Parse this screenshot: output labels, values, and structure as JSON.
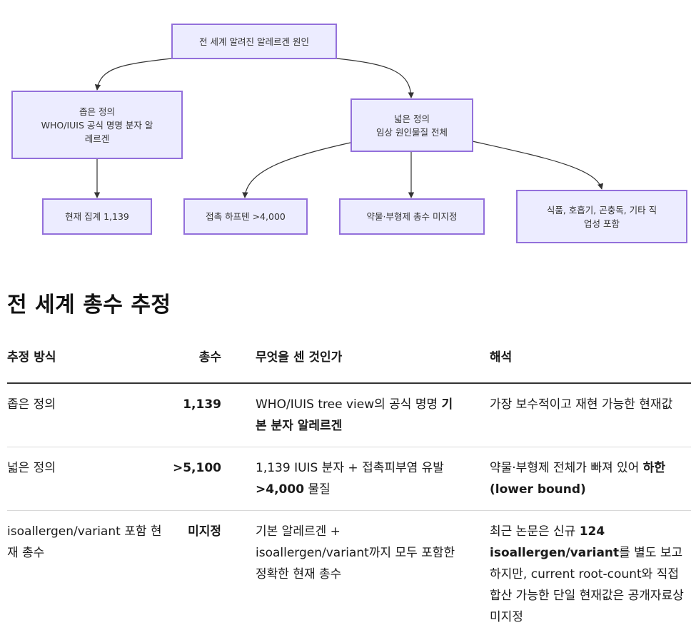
{
  "diagram": {
    "nodes": {
      "root": "전 세계 알려진 알레르겐 원인",
      "narrow": "좁은 정의\nWHO/IUIS 공식 명명 분자 알\n레르겐",
      "broad": "넓은 정의\n임상 원인물질 전체",
      "current": "현재 집계 1,139",
      "hapten": "접촉 하프텐 >4,000",
      "drug": "약물·부형제 총수 미지정",
      "food": "식품, 호흡기, 곤충독, 기타 직\n업성 포함"
    }
  },
  "section": {
    "title": "전 세계 총수 추정"
  },
  "table": {
    "headers": [
      "추정 방식",
      "총수",
      "무엇을 센 것인가",
      "해석"
    ],
    "rows": [
      {
        "method": "좁은 정의",
        "total": "1,139",
        "what": [
          {
            "t": "WHO/IUIS tree view의 공식 명명 "
          },
          {
            "t": "기본 분자 알레르겐",
            "b": true
          }
        ],
        "interp": [
          {
            "t": "가장 보수적이고 재현 가능한 현재값"
          }
        ]
      },
      {
        "method": "넓은 정의",
        "total": ">5,100",
        "what": [
          {
            "t": "1,139 IUIS 분자 + 접촉피부염 유발 "
          },
          {
            "t": ">4,000",
            "b": true
          },
          {
            "t": " 물질"
          }
        ],
        "interp": [
          {
            "t": "약물·부형제 전체가 빠져 있어 "
          },
          {
            "t": "하한 (lower bound)",
            "b": true
          }
        ]
      },
      {
        "method": "isoallergen/variant 포함 현재 총수",
        "total": "미지정",
        "what": [
          {
            "t": "기본 알레르겐 + isoallergen/variant까지 모두 포함한 정확한 현재 총수"
          }
        ],
        "interp": [
          {
            "t": "최근 논문은 신규 "
          },
          {
            "t": "124 isoallergen/variant",
            "b": true
          },
          {
            "t": "를 별도 보고하지만, current root-count와 직접 합산 가능한 단일 현재값은 공개자료상 미지정"
          }
        ]
      }
    ]
  }
}
